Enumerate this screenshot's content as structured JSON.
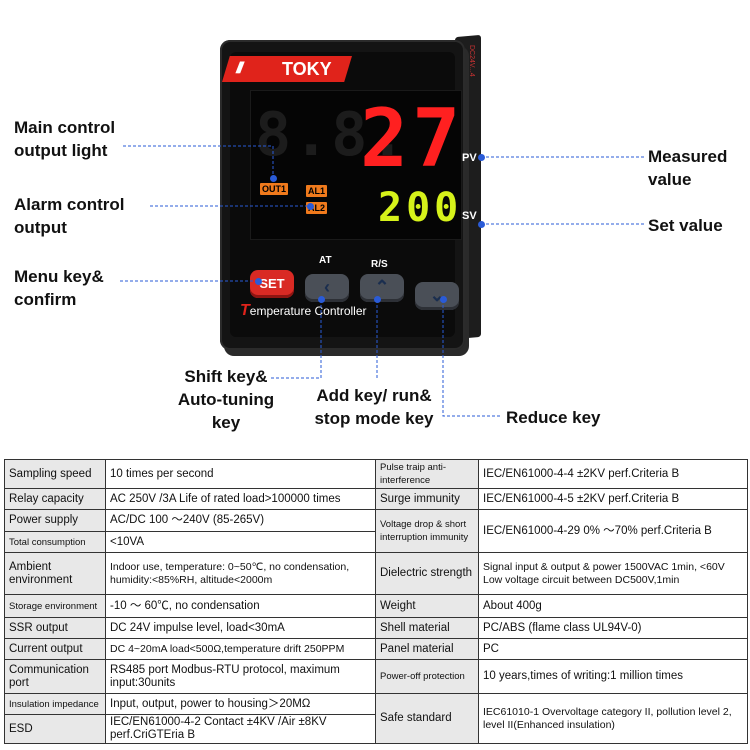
{
  "device": {
    "brand": "TOKY",
    "display": {
      "pv_value": "27",
      "sv_value": "200",
      "pv_label": "PV",
      "sv_label": "SV",
      "pv_ghost": "8.8."
    },
    "indicators": {
      "out1": "OUT1",
      "al1": "AL1",
      "al2": "AL2"
    },
    "keys": {
      "set": "SET",
      "at_label": "AT",
      "rs_label": "R/S",
      "shift_glyph": "‹",
      "add_glyph": "⌃",
      "reduce_glyph": "⌄"
    },
    "panel_text_initial": "T",
    "panel_text": "emperature Controller",
    "side_text": "DC24V...4"
  },
  "callouts": {
    "main_output_1": "Main control",
    "main_output_2": "output light",
    "alarm_1": "Alarm control",
    "alarm_2": "output",
    "menu_1": "Menu key&",
    "menu_2": "confirm",
    "measured_1": "Measured",
    "measured_2": "value",
    "set_value": "Set value",
    "shift_1": "Shift key&",
    "shift_2": "Auto-tuning",
    "shift_3": "key",
    "add_1": "Add key/ run&",
    "add_2": "stop mode key",
    "reduce": "Reduce key"
  },
  "specs": [
    {
      "k1": "Sampling speed",
      "v1": "10 times per second",
      "k2": "Pulse traip anti-interference",
      "v2": "IEC/EN61000-4-4  ±2KV  perf.Criteria B"
    },
    {
      "k1": "Relay capacity",
      "v1": "AC 250V /3A Life of rated load>100000 times",
      "k2": "Surge immunity",
      "v2": "IEC/EN61000-4-5  ±2KV  perf.Criteria B"
    },
    {
      "k1": "Power supply",
      "v1": "AC/DC 100 ～240V (85-265V)",
      "k2": "Voltage drop & short interruption immunity",
      "v2": "IEC/EN61000-4-29  0% ～70% perf.Criteria B"
    },
    {
      "k1": "Total consumption",
      "v1": "<10VA",
      "k2": "",
      "v2": ""
    },
    {
      "k1": "Ambient environment",
      "v1": "Indoor use, temperature: 0~50℃, no condensation, humidity:<85%RH, altitude<2000m",
      "k2": "Dielectric strength",
      "v2": "Signal input & output & power 1500VAC 1min, <60V Low voltage circuit between DC500V,1min"
    },
    {
      "k1": "Storage environment",
      "v1": "-10 ～ 60℃, no condensation",
      "k2": "Weight",
      "v2": "About 400g"
    },
    {
      "k1": "SSR output",
      "v1": "DC 24V impulse level, load<30mA",
      "k2": "Shell material",
      "v2": "PC/ABS (flame class UL94V-0)"
    },
    {
      "k1": "Current output",
      "v1": "DC 4~20mA load<500Ω,temperature drift 250PPM",
      "k2": "Panel material",
      "v2": "PC"
    },
    {
      "k1": "Communication port",
      "v1": "RS485 port Modbus-RTU protocol, maximum input:30units",
      "k2": "Power-off protection",
      "v2": "10 years,times of writing:1 million times"
    },
    {
      "k1": "Insulation impedance",
      "v1": "Input, output, power to housing＞20MΩ",
      "k2": "Safe standard",
      "v2": "IEC61010-1 Overvoltage category II, pollution level 2, level II(Enhanced insulation)"
    },
    {
      "k1": "ESD",
      "v1": "IEC/EN61000-4-2   Contact ±4KV /Air ±8KV perf.CriGTEria B",
      "k2": "",
      "v2": ""
    }
  ],
  "colors": {
    "pv": "#ff2020",
    "sv": "#d6f21a",
    "logo": "#e0231b",
    "leader": "#2a5bd7"
  }
}
